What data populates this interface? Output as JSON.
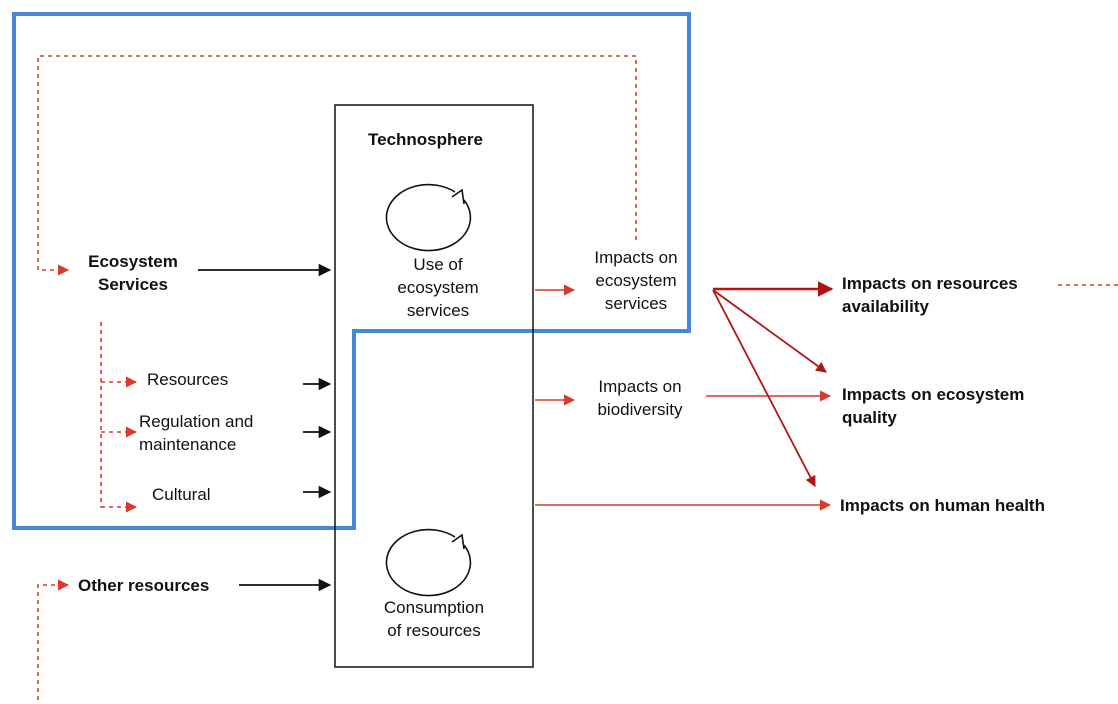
{
  "colors": {
    "frame_blue": "#4a86d8",
    "arrow_red": "#d93a2b",
    "arrow_dark_red": "#b01515",
    "arrow_black": "#111111",
    "box_border": "#111111"
  },
  "technosphere": {
    "title": "Technosphere",
    "use_label": "Use of\necosystem\nservices",
    "consumption_label": "Consumption\nof resources",
    "cycle_icons": [
      "cycle-arrow-icon",
      "cycle-arrow-icon"
    ]
  },
  "inputs": {
    "ecosystem_services": "Ecosystem\nServices",
    "resources": "Resources",
    "regulation": "Regulation and\nmaintenance",
    "cultural": "Cultural",
    "other_resources": "Other resources"
  },
  "intermediate": {
    "impacts_ecosystem_services": "Impacts on\necosystem\nservices",
    "impacts_biodiversity": "Impacts on\nbiodiversity"
  },
  "endpoints": {
    "resources_availability": "Impacts on resources\navailability",
    "ecosystem_quality": "Impacts on ecosystem\nquality",
    "human_health": "Impacts on human health"
  }
}
